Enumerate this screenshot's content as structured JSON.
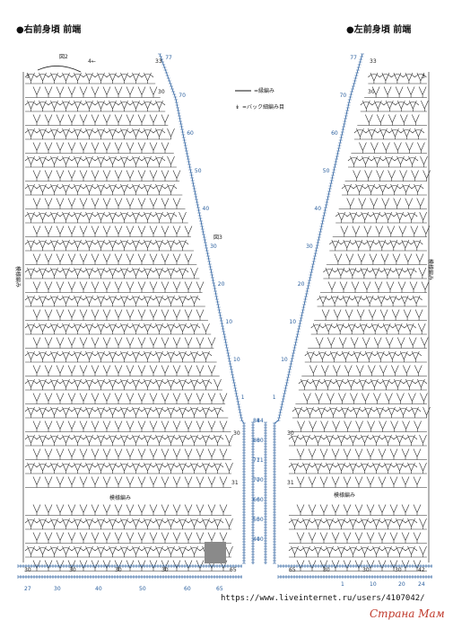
{
  "titles": {
    "right_front": "●右前身頃 前端",
    "left_front": "●左前身頃 前端"
  },
  "legend": {
    "line_symbol_text": "=縁編み",
    "back_symbol_text": "=バック細編み目"
  },
  "figure_labels": {
    "fig2": "図2",
    "fig3": "図3",
    "start_arrow": "4←"
  },
  "pattern_labels": {
    "patterned_left": "模様編み",
    "patterned_mid_left": "模様編み",
    "patterned_mid_right": "模様編み",
    "patterned_right": "模様編み"
  },
  "row_numbers_right_piece": [
    "33",
    "30",
    "30",
    "31",
    "3"
  ],
  "row_numbers_left_piece": [
    "33",
    "30",
    "30",
    "31",
    "3"
  ],
  "border_numbers_right": [
    "77",
    "70",
    "60",
    "50",
    "40",
    "30",
    "20",
    "10",
    "10",
    "1",
    "84",
    "80",
    "71",
    "70",
    "60",
    "50",
    "40"
  ],
  "border_numbers_left": [
    "77",
    "70",
    "60",
    "50",
    "40",
    "30",
    "20",
    "10",
    "10",
    "1",
    "84",
    "80",
    "71",
    "70",
    "60",
    "50",
    "40"
  ],
  "bottom_row_right": [
    "30",
    "30",
    "30",
    "30",
    "65"
  ],
  "bottom_row_left": [
    "65",
    "30",
    "30",
    "30",
    "42"
  ],
  "bottom_scale_right": [
    "27",
    "30",
    "40",
    "50",
    "60",
    "65"
  ],
  "bottom_scale_left": [
    "1",
    "10",
    "20",
    "24"
  ],
  "source_url": "https://www.liveinternet.ru/users/4107042/",
  "watermark": "Страна Мам",
  "colors": {
    "stitch": "#2b2b2b",
    "border": "#2a5f9e",
    "shade": "#8a8a8a",
    "watermark": "#c0392b"
  }
}
